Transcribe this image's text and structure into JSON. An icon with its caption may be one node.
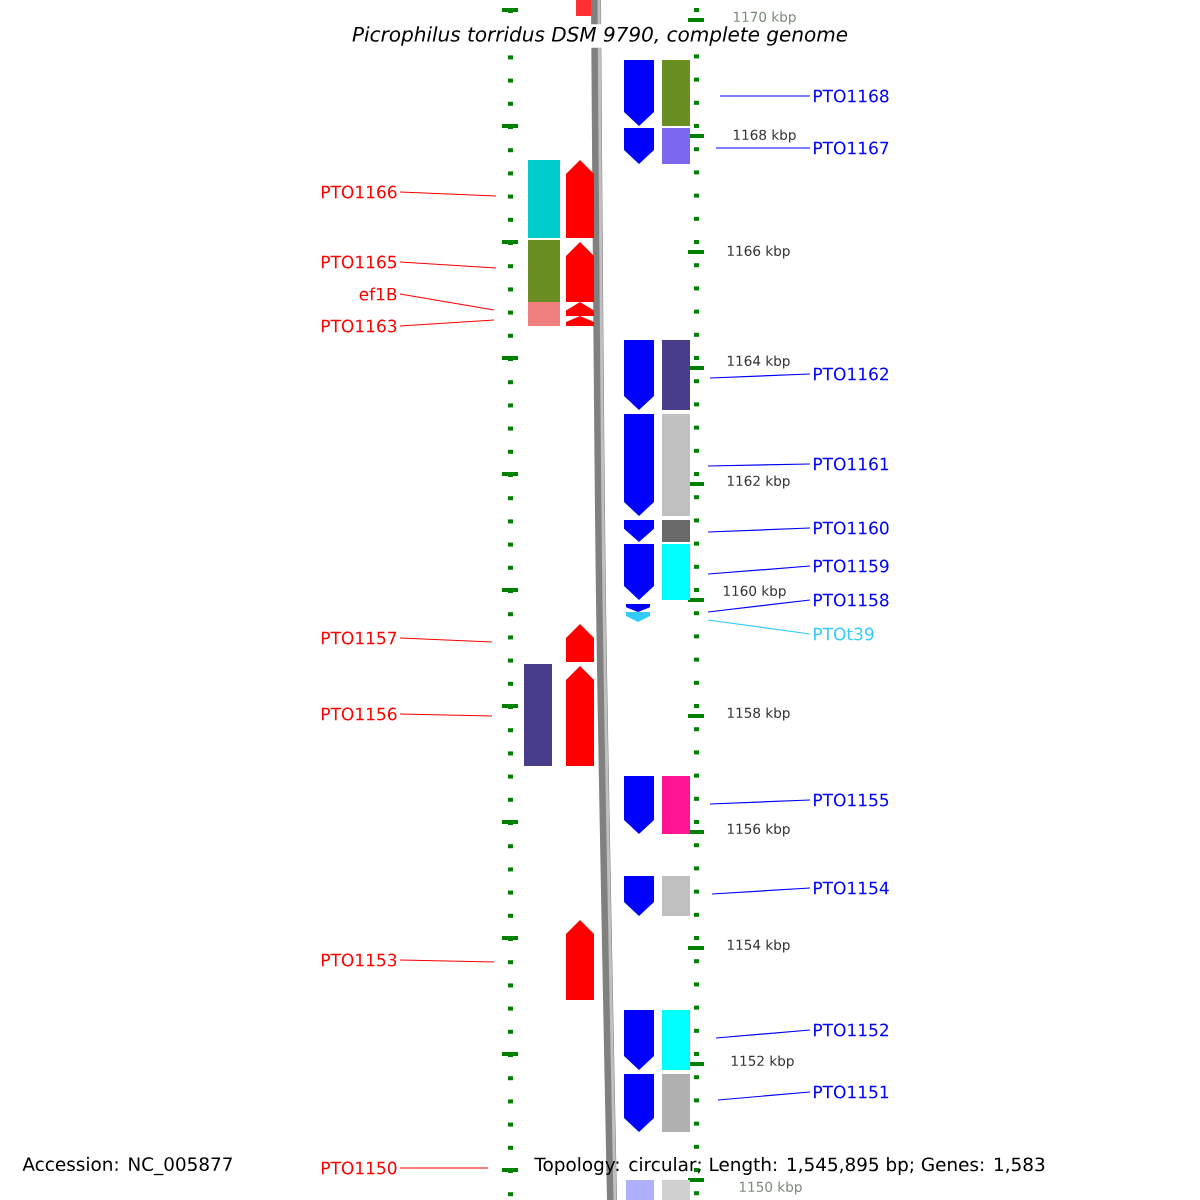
{
  "diagram": {
    "title": "Picrophilus torridus DSM 9790, complete genome",
    "nodes": [
      {
        "text": [
          "PTO1168"
        ]
      },
      {
        "text": [
          "PTO1167"
        ]
      },
      {
        "text": [
          "PTO1166"
        ]
      },
      {
        "text": [
          "PTO1165"
        ]
      },
      {
        "text": [
          "ef1B"
        ]
      },
      {
        "text": [
          "PTO1163"
        ]
      },
      {
        "text": [
          "PTO1162"
        ]
      },
      {
        "text": [
          "PTO1161"
        ]
      },
      {
        "text": [
          "PTO1160"
        ]
      },
      {
        "text": [
          "PTO1159"
        ]
      },
      {
        "text": [
          "PTO1158"
        ]
      },
      {
        "text": [
          "PTOt39"
        ]
      },
      {
        "text": [
          "PTO1157"
        ]
      },
      {
        "text": [
          "PTO1156"
        ]
      },
      {
        "text": [
          "PTO1155"
        ]
      },
      {
        "text": [
          "PTO1154"
        ]
      },
      {
        "text": [
          "PTO1153"
        ]
      },
      {
        "text": [
          "PTO1152"
        ]
      },
      {
        "text": [
          "PTO1151"
        ]
      },
      {
        "text": [
          "PTO1150"
        ]
      }
    ],
    "edges": [
      {
        "from": 0,
        "to": null,
        "arrow": "none"
      },
      {
        "from": 1,
        "to": null,
        "arrow": "none"
      },
      {
        "from": 2,
        "to": null,
        "arrow": "none",
        "color": "#ff0000"
      },
      {
        "from": 3,
        "to": null,
        "arrow": "none",
        "color": "#ff0000"
      },
      {
        "from": 4,
        "to": null,
        "arrow": "none",
        "color": "#ff0000"
      },
      {
        "from": 5,
        "to": null,
        "arrow": "none",
        "color": "#ff0000"
      },
      {
        "from": 6,
        "to": null,
        "arrow": "none"
      },
      {
        "from": 7,
        "to": null,
        "arrow": "none"
      },
      {
        "from": 8,
        "to": null,
        "arrow": "none"
      },
      {
        "from": 9,
        "to": null,
        "arrow": "none"
      },
      {
        "from": 10,
        "to": null,
        "arrow": "none"
      },
      {
        "from": 11,
        "to": null,
        "arrow": "none",
        "color": "#33ccff"
      },
      {
        "from": 12,
        "to": null,
        "arrow": "none",
        "color": "#ff0000"
      },
      {
        "from": 13,
        "to": null,
        "arrow": "none",
        "color": "#ff0000"
      },
      {
        "from": 14,
        "to": null,
        "arrow": "none"
      },
      {
        "from": 15,
        "to": null,
        "arrow": "none"
      },
      {
        "from": 16,
        "to": null,
        "arrow": "none",
        "color": "#ff0000"
      },
      {
        "from": 17,
        "to": null,
        "arrow": "none"
      },
      {
        "from": 18,
        "to": null,
        "arrow": "none"
      },
      {
        "from": 19,
        "to": null,
        "arrow": "none",
        "color": "#ff0000"
      }
    ],
    "labels": [
      "1170 kbp",
      "1168 kbp",
      "1166 kbp",
      "1164 kbp",
      "1162 kbp",
      "1160 kbp",
      "1158 kbp",
      "1156 kbp",
      "1154 kbp",
      "1152 kbp",
      "Accession: NC_005877",
      "Topology: circular; Length: 1,545,895 bp; Genes: 1,583",
      "1150 kbp"
    ]
  }
}
